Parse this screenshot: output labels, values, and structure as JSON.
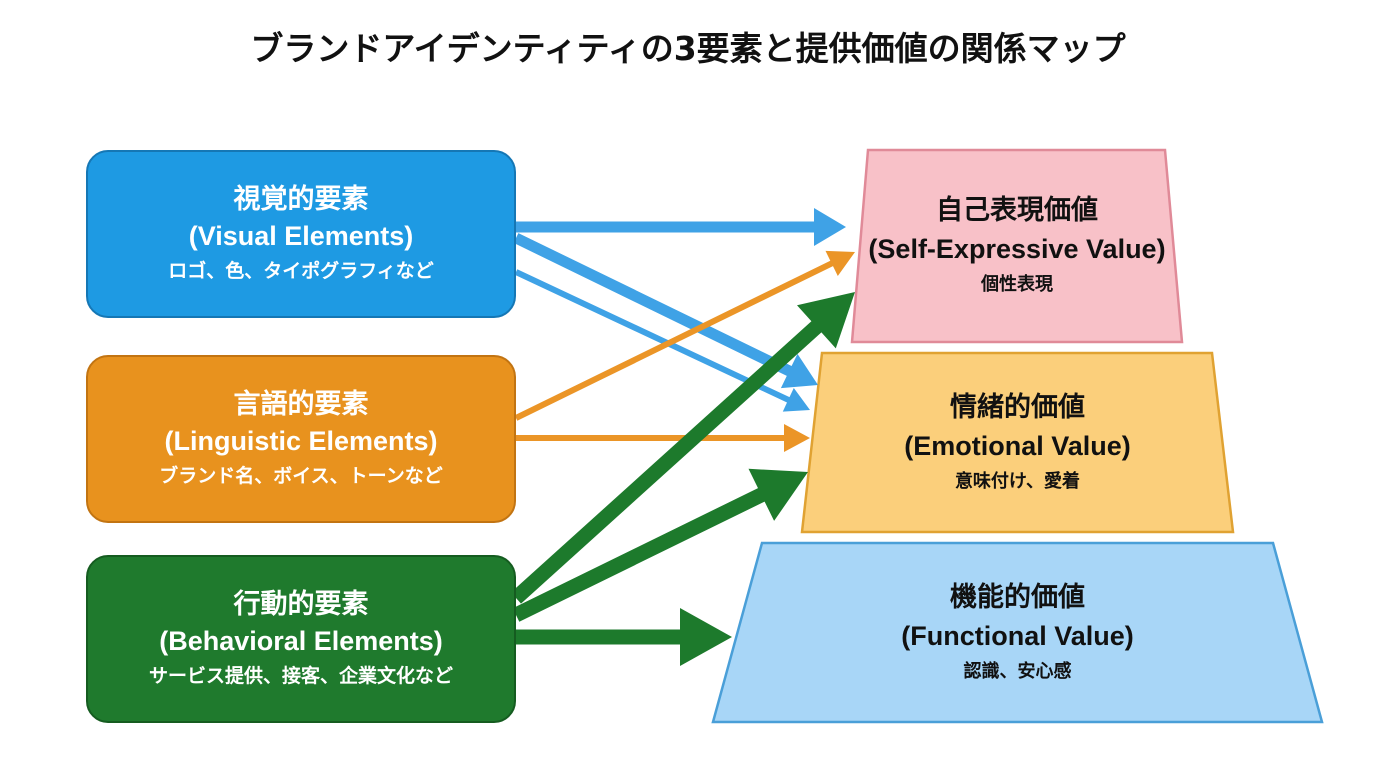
{
  "title": "ブランドアイデンティティの3要素と提供価値の関係マップ",
  "elements": [
    {
      "id": "visual",
      "jp": "視覚的要素",
      "en": "(Visual Elements)",
      "sub": "ロゴ、色、タイポグラフィなど",
      "fill": "#1e9ae3",
      "stroke": "#1577b5",
      "arrow_color": "#3fa2e6"
    },
    {
      "id": "linguistic",
      "jp": "言語的要素",
      "en": "(Linguistic Elements)",
      "sub": "ブランド名、ボイス、トーンなど",
      "fill": "#e8921e",
      "stroke": "#c27412",
      "arrow_color": "#eb9527"
    },
    {
      "id": "behavioral",
      "jp": "行動的要素",
      "en": "(Behavioral Elements)",
      "sub": "サービス提供、接客、企業文化など",
      "fill": "#1f7a2d",
      "stroke": "#155c20",
      "arrow_color": "#1d7a2c"
    }
  ],
  "values": [
    {
      "id": "self-expressive",
      "jp": "自己表現価値",
      "en": "(Self-Expressive Value)",
      "sub": "個性表現",
      "fill": "#f8c1c8",
      "stroke": "#e08a98"
    },
    {
      "id": "emotional",
      "jp": "情緒的価値",
      "en": "(Emotional Value)",
      "sub": "意味付け、愛着",
      "fill": "#fbcf7b",
      "stroke": "#e0a232"
    },
    {
      "id": "functional",
      "jp": "機能的価値",
      "en": "(Functional Value)",
      "sub": "認識、安心感",
      "fill": "#a8d6f7",
      "stroke": "#4a9fd8"
    }
  ],
  "connections": [
    {
      "from": "visual",
      "to": "self-expressive",
      "weight": "medium"
    },
    {
      "from": "visual",
      "to": "emotional",
      "weight": "medium"
    },
    {
      "from": "visual",
      "to": "emotional",
      "weight": "thin"
    },
    {
      "from": "linguistic",
      "to": "self-expressive",
      "weight": "thin"
    },
    {
      "from": "linguistic",
      "to": "emotional",
      "weight": "thin"
    },
    {
      "from": "behavioral",
      "to": "self-expressive",
      "weight": "thick"
    },
    {
      "from": "behavioral",
      "to": "emotional",
      "weight": "thick"
    },
    {
      "from": "behavioral",
      "to": "functional",
      "weight": "thick"
    }
  ]
}
